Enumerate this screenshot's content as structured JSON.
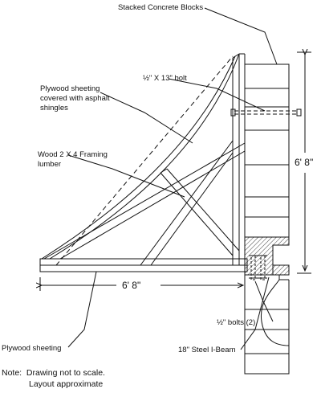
{
  "labels": {
    "stacked_blocks": "Stacked Concrete Blocks",
    "bolt_13": "½\" X 13\" bolt",
    "plywood_line1": "Plywood sheeting",
    "plywood_line2": "covered with asphalt",
    "plywood_line3": "shingles",
    "framing_line1": "Wood 2 X 4 Framing",
    "framing_line2": "lumber",
    "bolts_2": "½\" bolts (2)",
    "i_beam": "18\" Steel I-Beam",
    "plywood_sheeting": "Plywood sheeting"
  },
  "dimensions": {
    "vertical": "6' 8\"",
    "horizontal": "6' 8\""
  },
  "note": {
    "line1": "Note:  Drawing not to scale.",
    "line2": "Layout approximate"
  },
  "colors": {
    "ink": "#111111",
    "background": "#ffffff"
  }
}
